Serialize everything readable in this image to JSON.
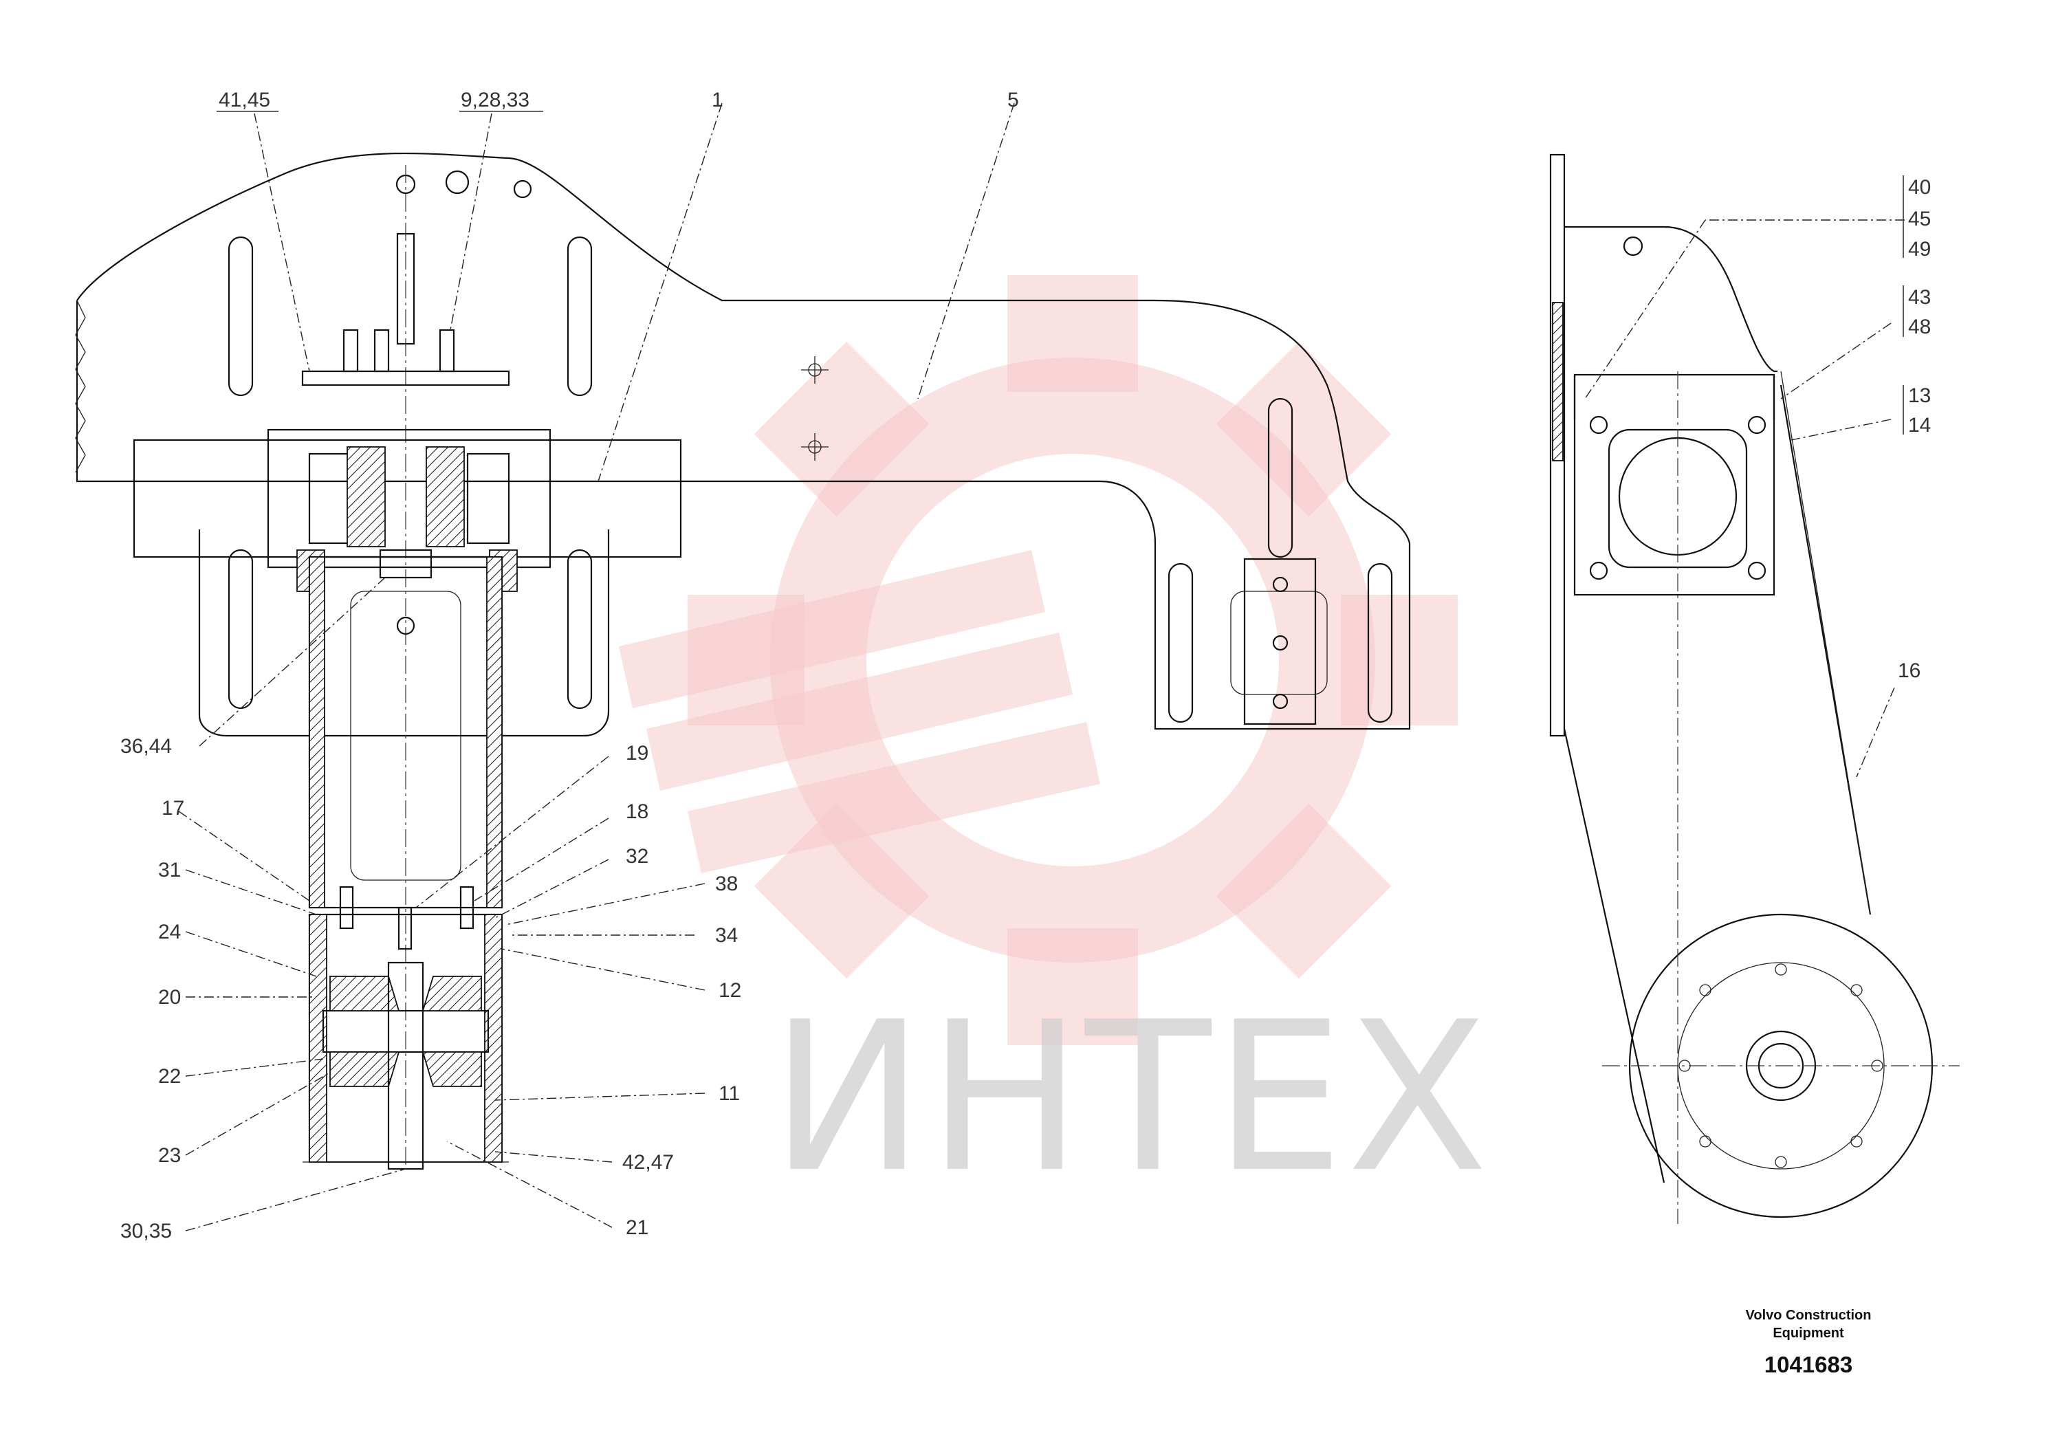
{
  "watermark": {
    "text": "ИНТЕХ",
    "gear_color": "#f6c9cb",
    "text_color": "#cfcfcf"
  },
  "title_block": {
    "company_line_1": "Volvo Construction",
    "company_line_2": "Equipment",
    "part_number": "1041683"
  },
  "callouts": {
    "c_41_45": "41,45",
    "c_9_28_33": "9,28,33",
    "c_1": "1",
    "c_5": "5",
    "c_36_44": "36,44",
    "c_19": "19",
    "c_17": "17",
    "c_18": "18",
    "c_31": "31",
    "c_32": "32",
    "c_38": "38",
    "c_24": "24",
    "c_34": "34",
    "c_20": "20",
    "c_12": "12",
    "c_22": "22",
    "c_11": "11",
    "c_23": "23",
    "c_42_47": "42,47",
    "c_30_35": "30,35",
    "c_21": "21",
    "c_40": "40",
    "c_45": "45",
    "c_49": "49",
    "c_43": "43",
    "c_48": "48",
    "c_13": "13",
    "c_14": "14",
    "c_16": "16"
  }
}
